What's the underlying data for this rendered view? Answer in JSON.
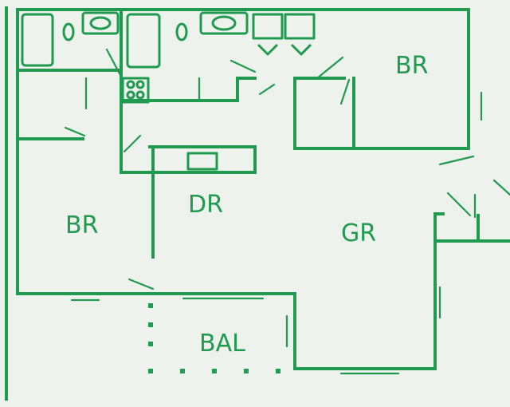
{
  "colors": {
    "ink": "#1f9a4e",
    "paper": "#eef2ec"
  },
  "rooms": {
    "br_top": "BR",
    "br_left": "BR",
    "dr": "DR",
    "gr": "GR",
    "bal": "BAL"
  }
}
